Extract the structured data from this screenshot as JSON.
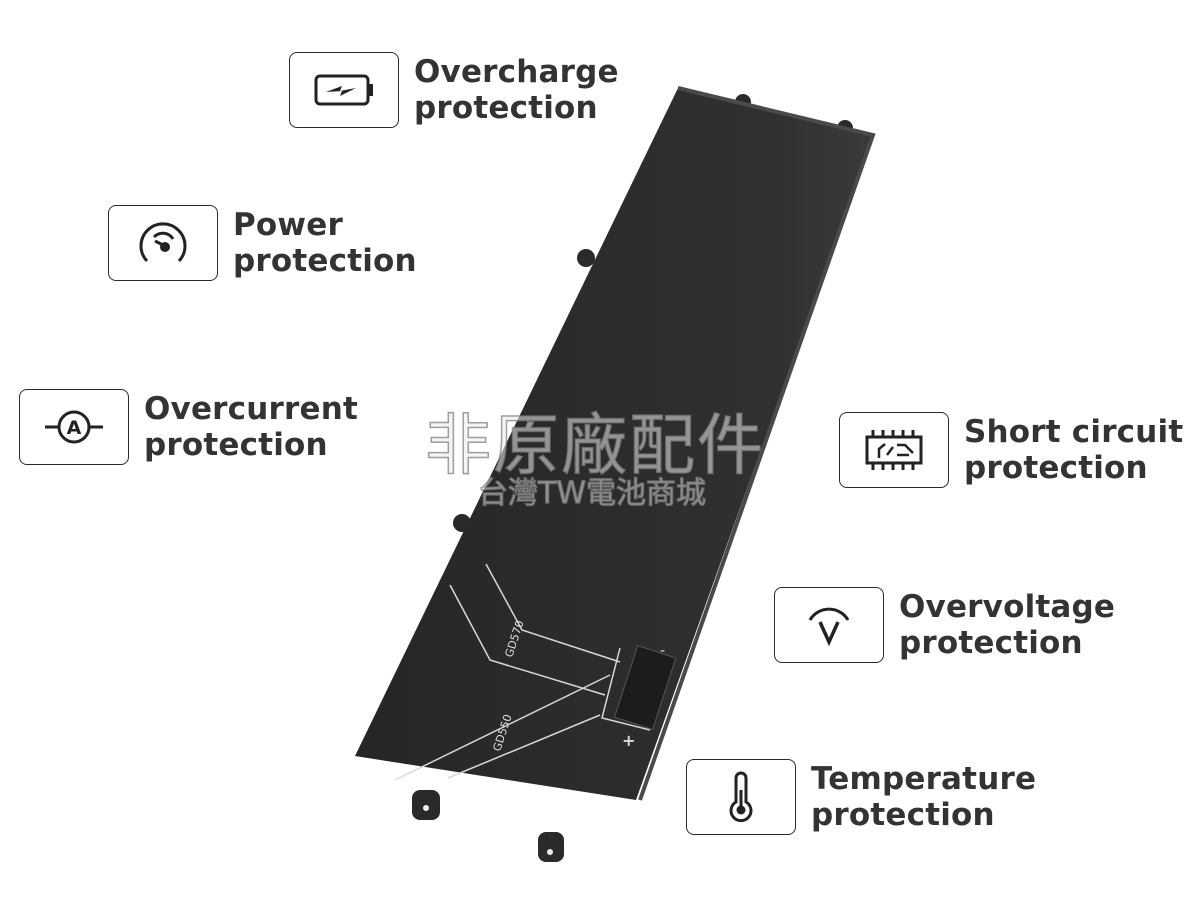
{
  "features": [
    {
      "icon": "battery-charge-icon",
      "line1": "Overcharge",
      "line2": "protection"
    },
    {
      "icon": "gauge-icon",
      "line1": "Power",
      "line2": "protection"
    },
    {
      "icon": "ammeter-icon",
      "line1": "Overcurrent",
      "line2": "protection"
    },
    {
      "icon": "circuit-chip-icon",
      "line1": "Short circuit",
      "line2": "protection"
    },
    {
      "icon": "voltmeter-icon",
      "line1": "Overvoltage",
      "line2": "protection"
    },
    {
      "icon": "thermometer-icon",
      "line1": "Temperature",
      "line2": "protection"
    }
  ],
  "battery": {
    "trace_label_1": "GD570",
    "trace_label_2": "GD550",
    "minus": "-",
    "plus": "+"
  },
  "watermark": {
    "line1": "非原廠配件",
    "line2": "台灣TW電池商城"
  },
  "colors": {
    "battery": "#2e2e2e",
    "text": "#333333"
  }
}
